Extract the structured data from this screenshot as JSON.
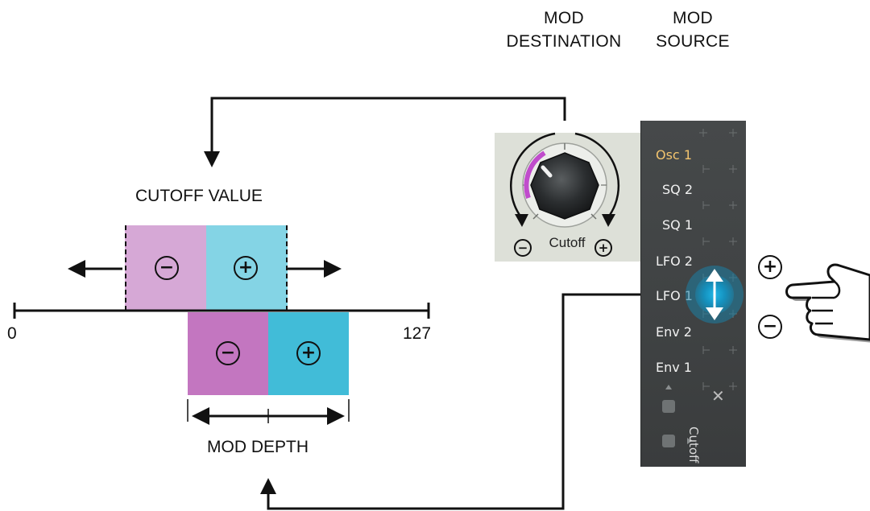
{
  "headings": {
    "mod_destination": [
      "MOD",
      "DESTINATION"
    ],
    "mod_source": [
      "MOD",
      "SOURCE"
    ]
  },
  "diagram": {
    "cutoff_value_label": "CUTOFF VALUE",
    "mod_depth_label": "MOD DEPTH",
    "axis_min": "0",
    "axis_max": "127",
    "minus_symbol": "−",
    "plus_symbol": "+",
    "colors": {
      "cutoff_minus": "#d6a8d6",
      "cutoff_plus": "#84d4e5",
      "depth_minus": "#c376c0",
      "depth_plus": "#41bcd8"
    }
  },
  "knob": {
    "label": "Cutoff",
    "minus_symbol": "−",
    "plus_symbol": "+",
    "accent_color": "#c04ccc"
  },
  "mod_sources": {
    "items": [
      {
        "label": "Osc 1",
        "active": true
      },
      {
        "label": "SQ 2",
        "active": false
      },
      {
        "label": "SQ 1",
        "active": false
      },
      {
        "label": "LFO 2",
        "active": false
      },
      {
        "label": "LFO 1",
        "active": false
      },
      {
        "label": "Env 2",
        "active": false
      },
      {
        "label": "Env 1",
        "active": false
      }
    ],
    "vertical_label": "Cutoff",
    "close_glyph": "✕",
    "active_color": "#f3c46e",
    "drag_handle_color": "#1ba6d6"
  },
  "gesture": {
    "plus_symbol": "+",
    "minus_symbol": "−"
  }
}
